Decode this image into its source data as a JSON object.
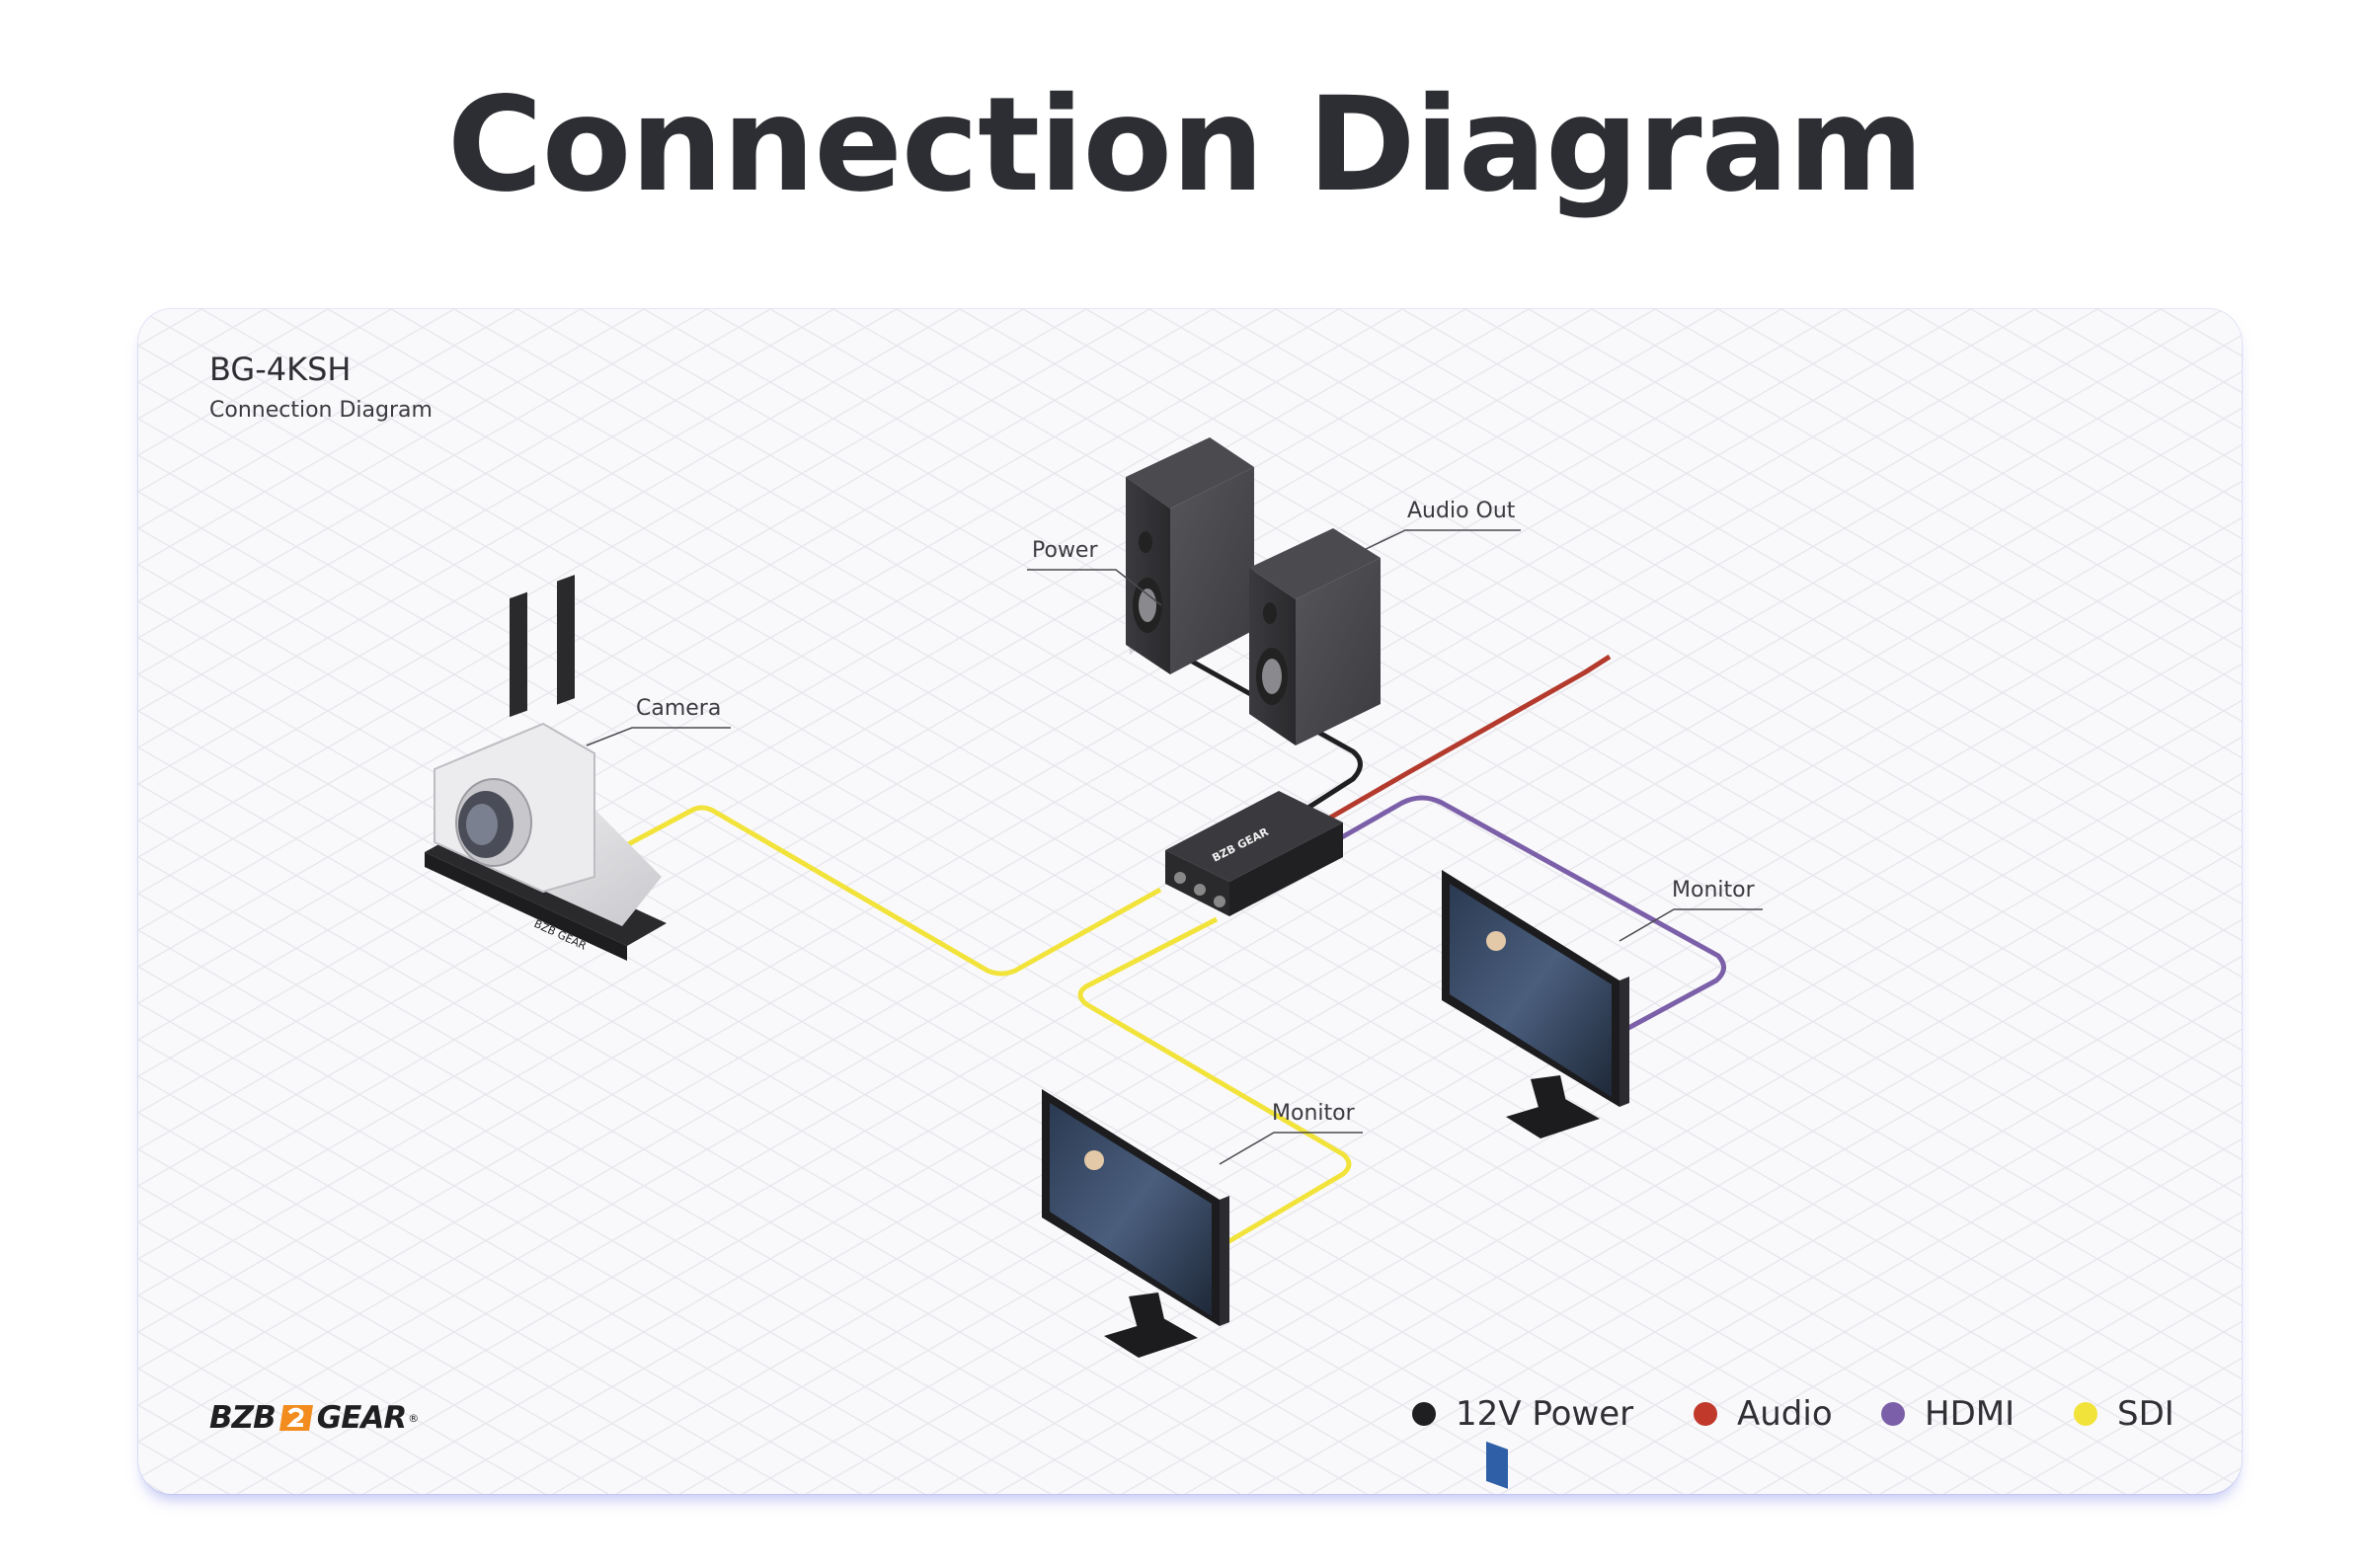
{
  "page": {
    "title": "Connection Diagram"
  },
  "card": {
    "title": "BG-4KSH",
    "subtitle": "Connection Diagram"
  },
  "callouts": {
    "power": "Power",
    "audio_out": "Audio Out",
    "camera": "Camera",
    "monitor_hdmi": "Monitor",
    "monitor_sdi": "Monitor"
  },
  "device": {
    "brand_label": "BZB GEAR"
  },
  "brand": {
    "left": "BZB",
    "right": "GEAR",
    "registered": "®"
  },
  "legend": [
    {
      "label": "12V Power",
      "color": "#1f1f22"
    },
    {
      "label": "Audio",
      "color": "#c0392b"
    },
    {
      "label": "HDMI",
      "color": "#7b5fa8"
    },
    {
      "label": "SDI",
      "color": "#f2e33a"
    }
  ],
  "colors": {
    "title": "#2d2e33",
    "card_shadow": "#9b9fef",
    "brand_accent": "#f28c1e"
  }
}
